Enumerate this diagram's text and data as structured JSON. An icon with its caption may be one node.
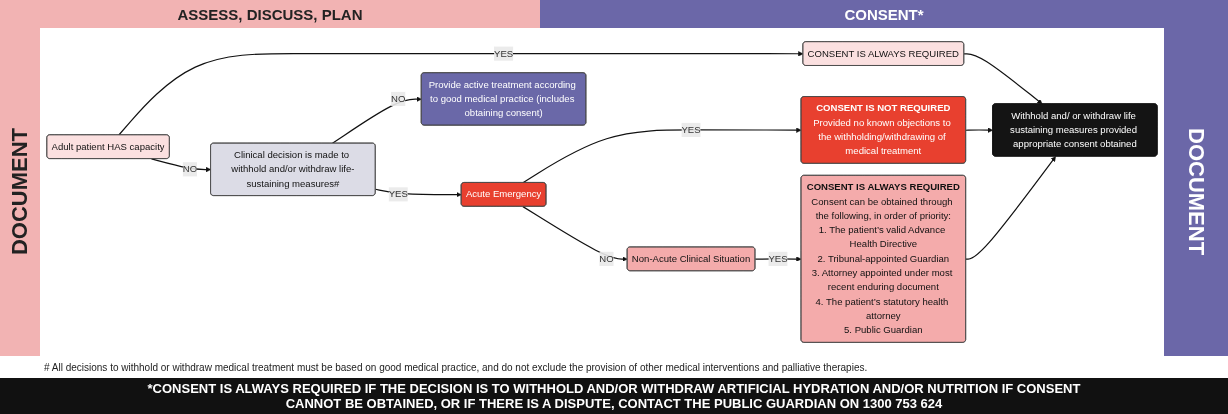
{
  "diagram": {
    "nodes": [
      {
        "text": [
          "Adult patient HAS capacity"
        ]
      },
      {
        "text": [
          "CONSENT IS ALWAYS REQUIRED"
        ]
      },
      {
        "text": [
          "Clinical decision is made to withhold and/or withdraw life-sustaining measures#"
        ]
      },
      {
        "text": [
          "Acute Emergency"
        ]
      },
      {
        "text": [
          "CONSENT IS NOT REQUIRED",
          "Provided no known objections to the withholding/withdrawing of medical treatment"
        ]
      },
      {
        "text": [
          "Non-Acute Clinical Situation"
        ]
      },
      {
        "text": [
          "CONSENT IS ALWAYS REQUIRED",
          "Consent can be obtained through the following, in order of priority:",
          "1. The patient’s valid Advance Health Directive",
          "2. Tribunal-appointed Guardian",
          "3. Attorney appointed under most recent enduring document",
          "4. The patient’s statutory health attorney",
          "5. Public Guardian"
        ]
      },
      {
        "text": [
          "Withhold and/ or withdraw life sustaining measures provided appropriate consent obtained"
        ]
      },
      {
        "text": [
          "Provide active treatment according to good medical practice (includes obtaining consent)"
        ]
      }
    ],
    "edges": [
      {
        "from": 0,
        "to": 1,
        "arrow": "to",
        "label": "YES"
      },
      {
        "from": 1,
        "to": 7,
        "arrow": "to"
      },
      {
        "from": 0,
        "to": 2,
        "arrow": "to",
        "label": "NO"
      },
      {
        "from": 2,
        "to": 3,
        "arrow": "to",
        "label": "YES"
      },
      {
        "from": 3,
        "to": 4,
        "arrow": "to",
        "label": "YES"
      },
      {
        "from": 4,
        "to": 7,
        "arrow": "to"
      },
      {
        "from": 3,
        "to": 5,
        "arrow": "to",
        "label": "NO"
      },
      {
        "from": 5,
        "to": 6,
        "arrow": "to",
        "label": "YES"
      },
      {
        "from": 6,
        "to": 7,
        "arrow": "to"
      },
      {
        "from": 2,
        "to": 8,
        "arrow": "to",
        "label": "NO"
      }
    ],
    "labels": [
      "ASSESS, DISCUSS, PLAN",
      "CONSENT*",
      "DOCUMENT",
      "DOCUMENT",
      "# All decisions to withhold or withdraw medical treatment must be based on good medical practice, and do not exclude the provision of other medical interventions and palliative therapies.",
      "*CONSENT IS ALWAYS REQUIRED IF THE DECISION IS TO WITHHOLD AND/OR WITHDRAW ARTIFICIAL HYDRATION AND/OR NUTRITION IF CONSENT CANNOT BE OBTAINED, OR IF THERE IS A DISPUTE, CONTACT THE PUBLIC GUARDIAN ON 1300 753 624"
    ]
  }
}
